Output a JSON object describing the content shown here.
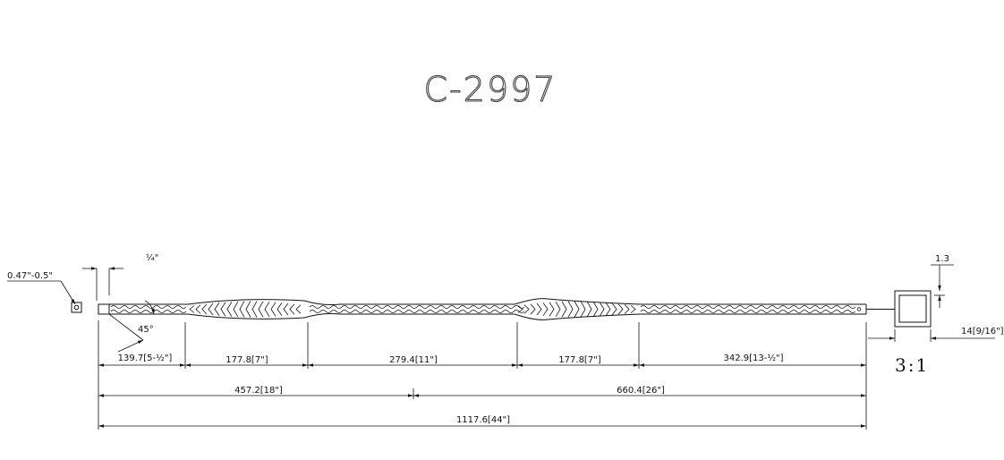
{
  "drawing": {
    "part_number": "C-2997",
    "scale": "3:1",
    "dimensions": {
      "seg_1": "139.7[5-½\"]",
      "seg_2": "177.8[7\"]",
      "seg_3": "279.4[11\"]",
      "seg_4": "177.8[7\"]",
      "seg_5": "342.9[13-½\"]",
      "mid_left": "457.2[18\"]",
      "mid_right": "660.4[26\"]",
      "overall": "1117.6[44\"]",
      "tip_width": "0.47\"-0.5\"",
      "bar_size": "¼\"",
      "angle": "45°",
      "wall": "1.3",
      "section": "14[9/16\"]"
    }
  }
}
